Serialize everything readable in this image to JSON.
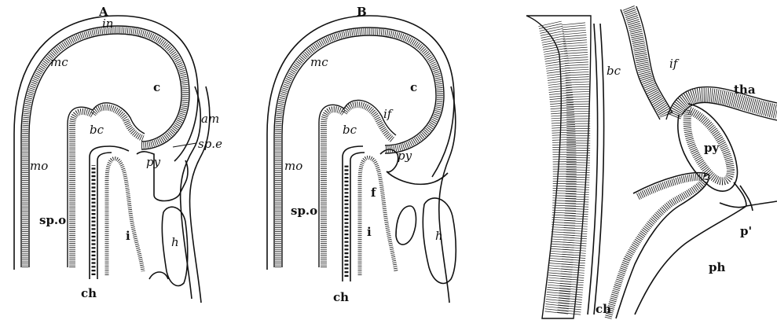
{
  "panels": [
    {
      "id": "A",
      "heading": "A",
      "labels": {
        "in": "in",
        "mc": "mc",
        "c": "c",
        "am": "am",
        "bc": "bc",
        "py": "py",
        "sp_e": "sp.e",
        "mo": "mo",
        "sp_o": "sp.o",
        "i": "i",
        "h": "h",
        "ch": "ch"
      }
    },
    {
      "id": "B",
      "heading": "B",
      "labels": {
        "mc": "mc",
        "c": "c",
        "if": "if",
        "bc": "bc",
        "py": "py",
        "mo": "mo",
        "f": "f",
        "sp_o": "sp.o",
        "i": "i",
        "h": "h",
        "ch": "ch"
      }
    },
    {
      "id": "C",
      "heading": "",
      "labels": {
        "bc": "bc",
        "if": "if",
        "tha": "tha",
        "py": "py",
        "p_prime": "p'",
        "ph": "ph",
        "ch": "ch"
      }
    }
  ]
}
